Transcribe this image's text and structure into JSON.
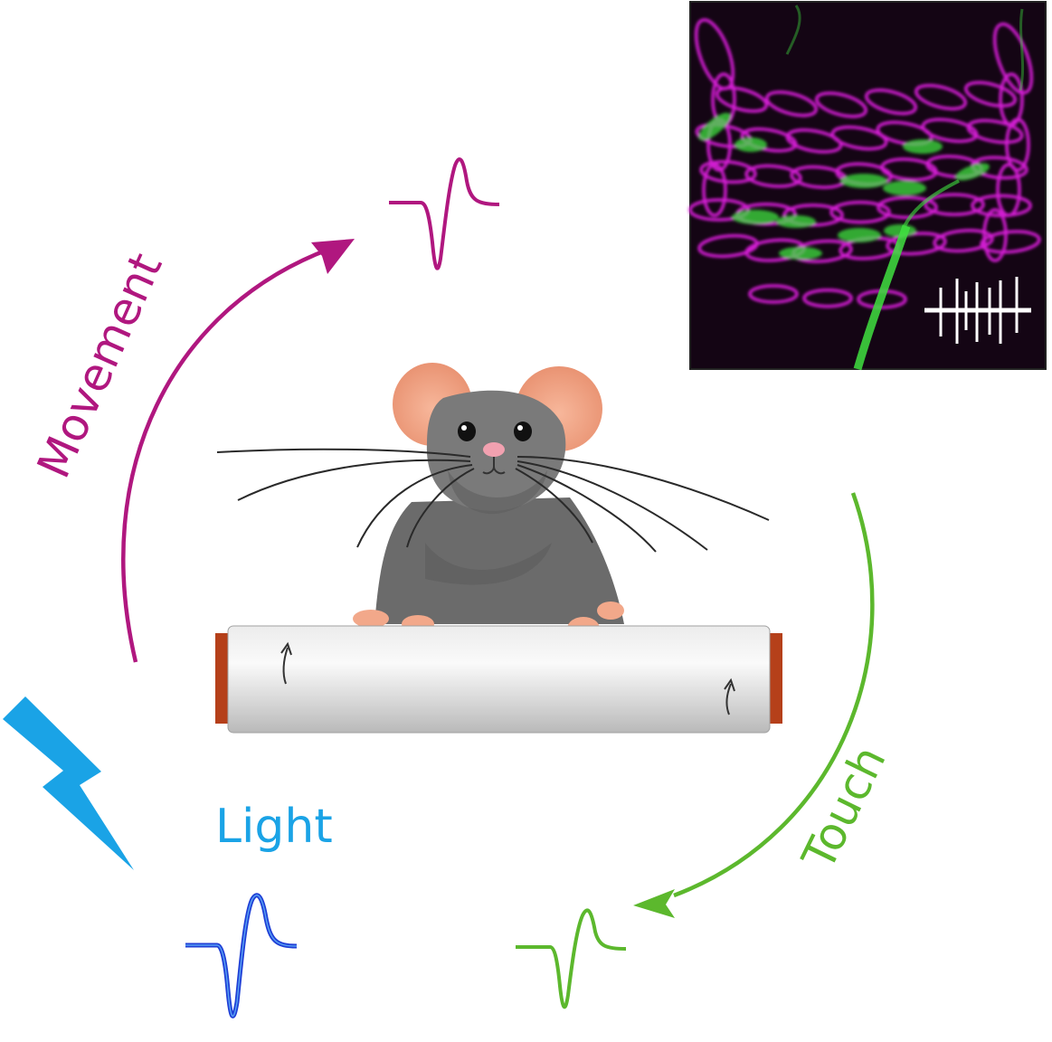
{
  "labels": {
    "movement": "Movement",
    "touch": "Touch",
    "light": "Light"
  },
  "colors": {
    "movement": "#b0177f",
    "touch": "#5cb82d",
    "light": "#1aa3e6",
    "light_trace": "#1f3fd6",
    "mouse_body": "#6b6b6b",
    "mouse_ear": "#f2a88a",
    "rod": "#d7d7d7",
    "rod_cap": "#b5401a",
    "micrograph_bg": "#160616",
    "cell_magenta": "#d21fd2",
    "cell_green": "#3fe03f"
  },
  "icons": {
    "lightning": "lightning-bolt-icon",
    "mouse": "mouse-illustration",
    "rod": "rotating-rod",
    "micrograph": "fluorescence-micrograph"
  }
}
